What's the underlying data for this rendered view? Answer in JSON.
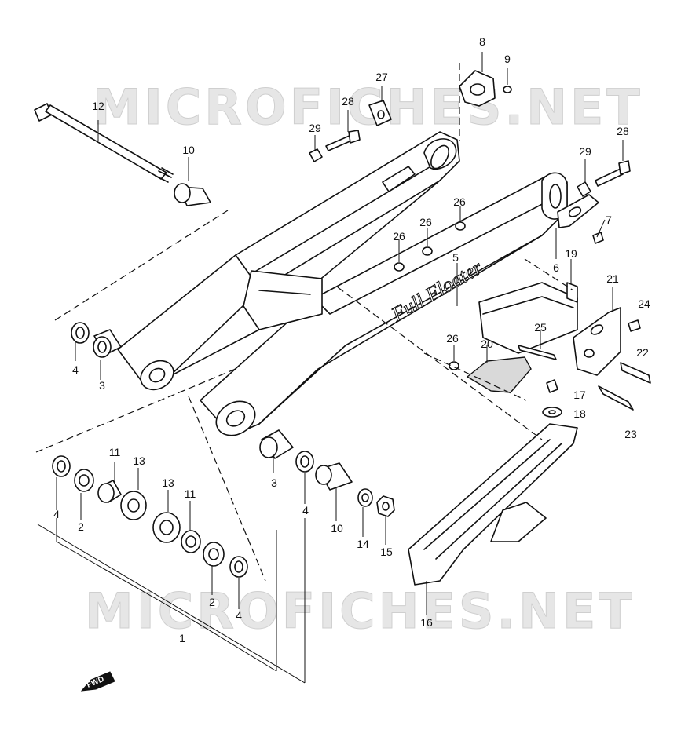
{
  "watermark_text": "MICROFICHES.NET",
  "arm_logo_text": "Full Floater",
  "fwd_label": "FWD",
  "callouts": [
    {
      "id": "c1",
      "label": "1"
    },
    {
      "id": "c2a",
      "label": "2"
    },
    {
      "id": "c2b",
      "label": "2"
    },
    {
      "id": "c3a",
      "label": "3"
    },
    {
      "id": "c3b",
      "label": "3"
    },
    {
      "id": "c4a",
      "label": "4"
    },
    {
      "id": "c4b",
      "label": "4"
    },
    {
      "id": "c4c",
      "label": "4"
    },
    {
      "id": "c4d",
      "label": "4"
    },
    {
      "id": "c5",
      "label": "5"
    },
    {
      "id": "c6",
      "label": "6"
    },
    {
      "id": "c7",
      "label": "7"
    },
    {
      "id": "c8",
      "label": "8"
    },
    {
      "id": "c9",
      "label": "9"
    },
    {
      "id": "c10a",
      "label": "10"
    },
    {
      "id": "c10b",
      "label": "10"
    },
    {
      "id": "c11a",
      "label": "11"
    },
    {
      "id": "c11b",
      "label": "11"
    },
    {
      "id": "c12",
      "label": "12"
    },
    {
      "id": "c13a",
      "label": "13"
    },
    {
      "id": "c13b",
      "label": "13"
    },
    {
      "id": "c14",
      "label": "14"
    },
    {
      "id": "c15",
      "label": "15"
    },
    {
      "id": "c16",
      "label": "16"
    },
    {
      "id": "c17",
      "label": "17"
    },
    {
      "id": "c18",
      "label": "18"
    },
    {
      "id": "c19",
      "label": "19"
    },
    {
      "id": "c20",
      "label": "20"
    },
    {
      "id": "c21",
      "label": "21"
    },
    {
      "id": "c22",
      "label": "22"
    },
    {
      "id": "c23",
      "label": "23"
    },
    {
      "id": "c24",
      "label": "24"
    },
    {
      "id": "c25",
      "label": "25"
    },
    {
      "id": "c26a",
      "label": "26"
    },
    {
      "id": "c26b",
      "label": "26"
    },
    {
      "id": "c26c",
      "label": "26"
    },
    {
      "id": "c26d",
      "label": "26"
    },
    {
      "id": "c27",
      "label": "27"
    },
    {
      "id": "c28a",
      "label": "28"
    },
    {
      "id": "c28b",
      "label": "28"
    },
    {
      "id": "c29a",
      "label": "29"
    },
    {
      "id": "c29b",
      "label": "29"
    }
  ]
}
